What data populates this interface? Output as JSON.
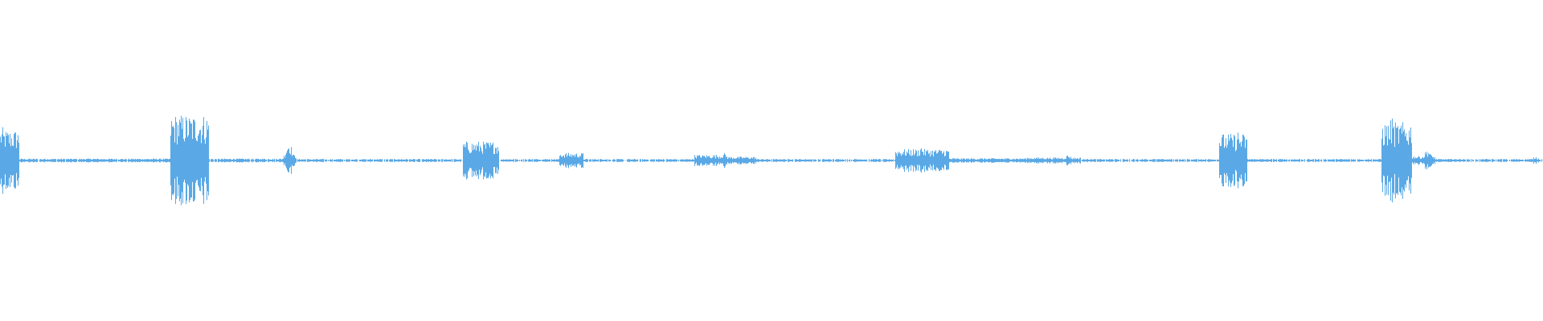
{
  "waveform": {
    "color": "#5aa9e6",
    "background": "#ffffff",
    "duration_fraction_note": "",
    "segments": [
      {
        "start": 0.0,
        "end": 0.012,
        "amp": 0.08
      },
      {
        "start": 0.012,
        "end": 0.11,
        "amp": 0.005
      },
      {
        "start": 0.11,
        "end": 0.135,
        "amp": 0.12
      },
      {
        "start": 0.135,
        "end": 0.19,
        "amp": 0.005
      },
      {
        "start": 0.186,
        "end": 0.192,
        "amp": 0.015
      },
      {
        "start": 0.192,
        "end": 0.3,
        "amp": 0.004
      },
      {
        "start": 0.3,
        "end": 0.323,
        "amp": 0.05
      },
      {
        "start": 0.323,
        "end": 0.362,
        "amp": 0.004
      },
      {
        "start": 0.362,
        "end": 0.378,
        "amp": 0.02
      },
      {
        "start": 0.378,
        "end": 0.45,
        "amp": 0.004
      },
      {
        "start": 0.45,
        "end": 0.47,
        "amp": 0.015
      },
      {
        "start": 0.47,
        "end": 0.49,
        "amp": 0.01
      },
      {
        "start": 0.49,
        "end": 0.58,
        "amp": 0.004
      },
      {
        "start": 0.58,
        "end": 0.615,
        "amp": 0.03
      },
      {
        "start": 0.615,
        "end": 0.665,
        "amp": 0.006
      },
      {
        "start": 0.665,
        "end": 0.7,
        "amp": 0.008
      },
      {
        "start": 0.7,
        "end": 0.79,
        "amp": 0.004
      },
      {
        "start": 0.79,
        "end": 0.808,
        "amp": 0.07
      },
      {
        "start": 0.808,
        "end": 0.895,
        "amp": 0.004
      },
      {
        "start": 0.895,
        "end": 0.915,
        "amp": 0.1
      },
      {
        "start": 0.915,
        "end": 0.93,
        "amp": 0.012
      },
      {
        "start": 0.93,
        "end": 1.0,
        "amp": 0.004
      }
    ],
    "peaks": [
      {
        "pos": 0.001,
        "amp": 0.09
      },
      {
        "pos": 0.128,
        "amp": 0.13
      },
      {
        "pos": 0.12,
        "amp": 0.1
      },
      {
        "pos": 0.187,
        "amp": 0.05
      },
      {
        "pos": 0.305,
        "amp": 0.025
      },
      {
        "pos": 0.469,
        "amp": 0.02
      },
      {
        "pos": 0.597,
        "amp": 0.04
      },
      {
        "pos": 0.692,
        "amp": 0.015
      },
      {
        "pos": 0.802,
        "amp": 0.08
      },
      {
        "pos": 0.902,
        "amp": 0.12
      },
      {
        "pos": 0.925,
        "amp": 0.03
      },
      {
        "pos": 0.995,
        "amp": 0.01
      }
    ]
  }
}
